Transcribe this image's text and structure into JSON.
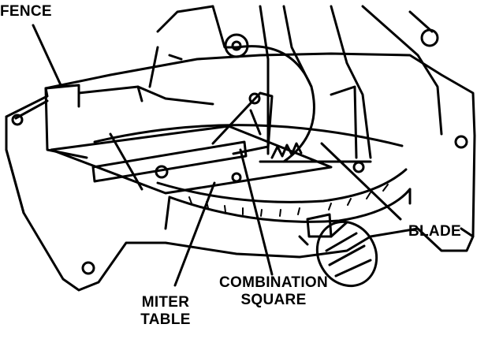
{
  "labels": {
    "fence": "FENCE",
    "blade": "BLADE",
    "combination_square_line1": "COMBINATION",
    "combination_square_line2": "SQUARE",
    "miter_table_line1": "MITER",
    "miter_table_line2": "TABLE"
  },
  "colors": {
    "ink": "#000000",
    "paper": "#ffffff"
  }
}
